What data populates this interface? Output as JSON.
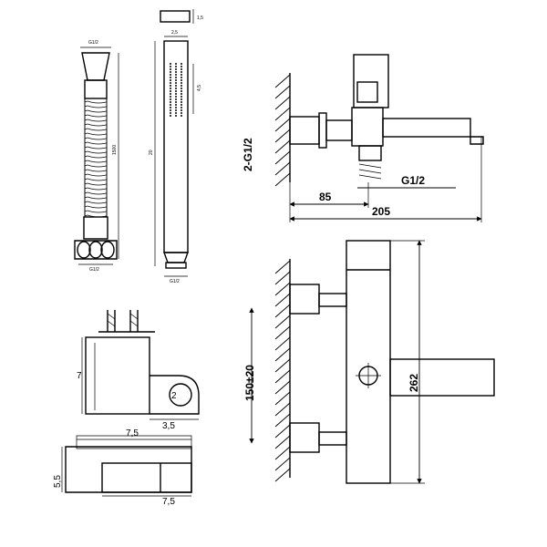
{
  "labels": {
    "top_thickness": "1,5",
    "hose_top_diameter": "G1/2",
    "hose_length": "1500",
    "hose_bottom_diameter": "G1/2",
    "head_width": "2,5",
    "head_spray_length": "4,5",
    "head_length": "20",
    "head_bottom_diameter": "G1/2",
    "holder_height": "7",
    "holder_hole": "2",
    "holder_depth": "3,5",
    "plate_width": "7,5",
    "plate_height": "5,5",
    "plate_bottom_width": "7,5",
    "side_inlet": "2-G1/2",
    "side_spout": "G1/2",
    "side_offset": "85",
    "side_length": "205",
    "front_centers": "150±20",
    "front_height": "262"
  }
}
